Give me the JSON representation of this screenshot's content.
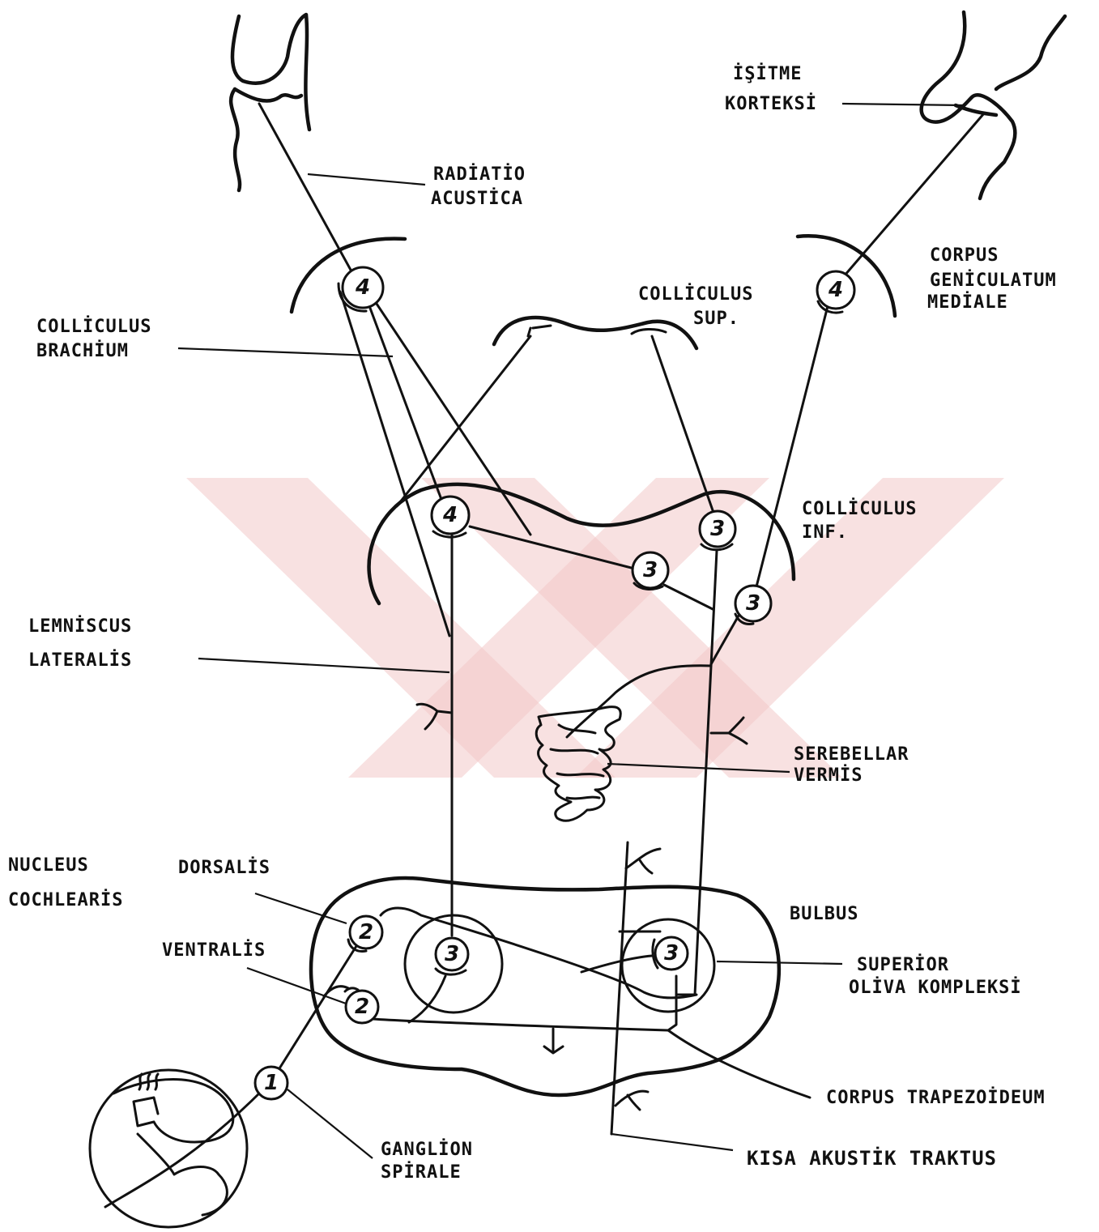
{
  "labels": {
    "isitme": "İŞİTME",
    "korteksi": "KORTEKSİ",
    "radiatio": "RADİATİO",
    "acustica": "ACUSTİCA",
    "corpus_gen_1": "CORPUS",
    "corpus_gen_2": "GENİCULATUM",
    "corpus_gen_3": "MEDİALE",
    "coll_sup_1": "COLLİCULUS",
    "coll_sup_2": "SUP.",
    "coll_brach_1": "COLLİCULUS",
    "coll_brach_2": "BRACHİUM",
    "coll_inf_1": "COLLİCULUS",
    "coll_inf_2": "INF.",
    "lemniscus_1": "LEMNİSCUS",
    "lemniscus_2": "LATERALİS",
    "serebellar_1": "SEREBELLAR",
    "serebellar_2": "VERMİS",
    "nucleus_1": "NUCLEUS",
    "nucleus_2": "COCHLEARİS",
    "dorsalis": "DORSALİS",
    "ventralis": "VENTRALİS",
    "bulbus": "BULBUS",
    "superior_1": "SUPERİOR",
    "superior_2": "OLİVA KOMPLEKSİ",
    "trapezoid": "CORPUS TRAPEZOİDEUM",
    "ganglion_1": "GANGLİON",
    "ganglion_2": "SPİRALE",
    "kisa": "KISA AKUSTİK TRAKTUS"
  },
  "neurons": {
    "n4_left_mgb": "4",
    "n4_right_mgb": "4",
    "n4_ic_left": "4",
    "n3_ic_right_top": "3",
    "n3_ic_mid": "3",
    "n3_ic_right_low": "3",
    "n3_olive_left": "3",
    "n3_olive_right": "3",
    "n2_dorsal": "2",
    "n2_ventral": "2",
    "n1_spiral": "1"
  }
}
